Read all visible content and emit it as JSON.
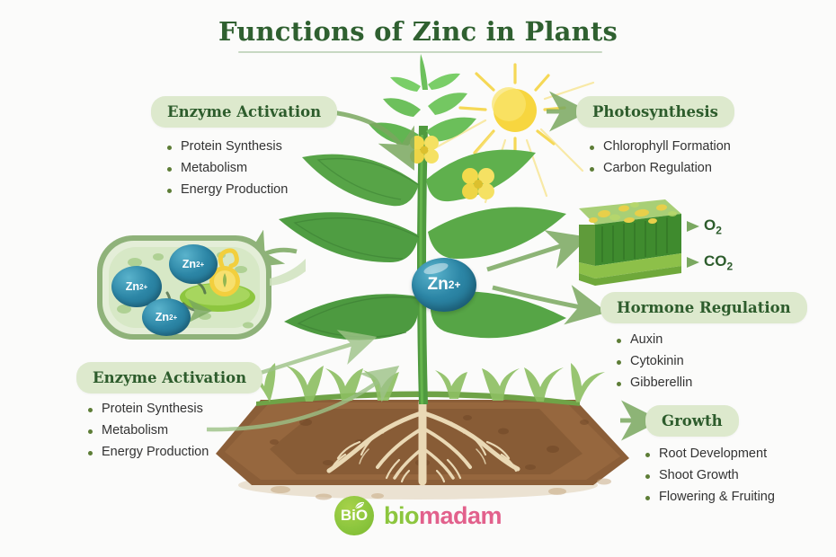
{
  "page": {
    "title": "Functions of Zinc in Plants",
    "background_color": "#fbfbfa",
    "title_color": "#2f6030",
    "pill_color": "#dde9cd",
    "accent_green": "#5d7d36",
    "zinc_bubble_color": "#2c86a6"
  },
  "central_node": {
    "label": "Zn",
    "charge": "2+",
    "name": "zinc-ion"
  },
  "sections": [
    {
      "id": "enzyme-activation-top",
      "heading": "Enzyme Activation",
      "items": [
        "Protein Synthesis",
        "Metabolism",
        "Energy Production"
      ]
    },
    {
      "id": "photosynthesis",
      "heading": "Photosynthesis",
      "items": [
        "Chlorophyll Formation",
        "Carbon Regulation"
      ]
    },
    {
      "id": "hormone-regulation",
      "heading": "Hormone Regulation",
      "items": [
        "Auxin",
        "Cytokinin",
        "Gibberellin"
      ]
    },
    {
      "id": "growth",
      "heading": "Growth",
      "items": [
        "Root Development",
        "Shoot Growth",
        "Flowering & Fruiting"
      ]
    },
    {
      "id": "enzyme-activation-bottom",
      "heading": "Enzyme Activation",
      "items": [
        "Protein Synthesis",
        "Metabolism",
        "Energy Production"
      ]
    }
  ],
  "gas_labels": [
    {
      "text": "O",
      "sub": "2",
      "name": "oxygen-label"
    },
    {
      "text": "CO",
      "sub": "2",
      "name": "carbon-dioxide-label"
    }
  ],
  "cell_diagram": {
    "ion_label": "Zn",
    "ion_charge": "2+",
    "ion_count": 3,
    "enzyme_name": "enzyme-shape"
  },
  "illustrations": {
    "sun": "sun-icon",
    "plant": "plant-illustration",
    "leaf_cross_section": "leaf-cross-section-illustration",
    "soil": "soil-illustration",
    "roots": "roots-illustration",
    "plant_cell": "plant-cell-illustration"
  },
  "footer": {
    "logo_mark_text": "BiO",
    "logo_text_primary": "bio",
    "logo_text_secondary": "madam"
  }
}
